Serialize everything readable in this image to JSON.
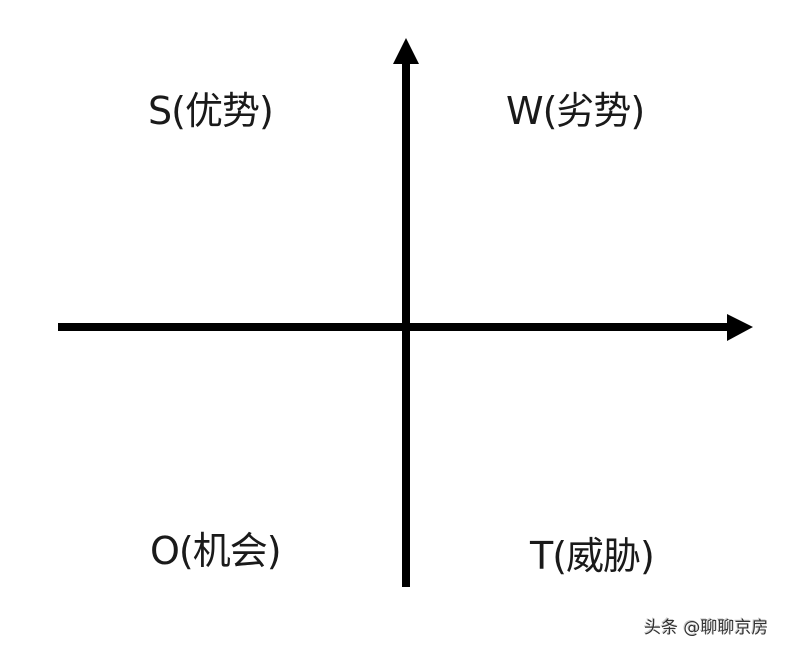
{
  "diagram": {
    "type": "swot-quadrant",
    "quadrants": {
      "top_left": "S(优势)",
      "top_right": "W(劣势)",
      "bottom_left": "O(机会)",
      "bottom_right": "T(威胁)"
    },
    "axis_color": "#000000"
  },
  "watermark": "头条 @聊聊京房"
}
